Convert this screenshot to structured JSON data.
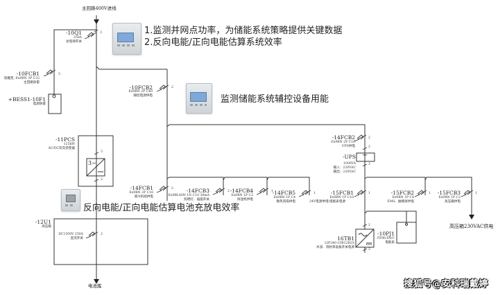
{
  "diagram": {
    "title_feed": "主回路400V进线",
    "battery_label": "电池簇",
    "hv_supply_label": "高压箱230VAC供电",
    "watermark": "搜狐号@安科瑞戴婷"
  },
  "annotations": {
    "grid_meter_line1": "1.监测并网点功率，为储能系统策略提供关键数据",
    "grid_meter_line2": "2.反向电能/正向电能估算系统效率",
    "aux_meter": "监测储能系统辅控设备用能",
    "battery_meter": "反向电能/正向电能估算电池充放电效率"
  },
  "components": {
    "q1": {
      "tag": "-10Q1",
      "spec1": "250A",
      "spec2": "总电源开关",
      "pole": "3"
    },
    "fcb1": {
      "tag": "-10FCB1",
      "spec1": "谐雅克, Ex9BN 3P C32",
      "spec2": "主回路防雷",
      "pole": "3"
    },
    "bess": {
      "tag": "+BESS1-10F1",
      "spec1": "电源防雷"
    },
    "fcb2": {
      "tag": "-10FCB2",
      "spec1": "Ex9BN 2P C40",
      "spec2": "辅控电源供电",
      "pole": "2"
    },
    "pcs": {
      "tag": "-11PCS",
      "spec1": "125kW",
      "spec2": "AC/DC双向逆变器",
      "sym": "3~",
      "pole_top": "3",
      "pole_bot": "2"
    },
    "u1": {
      "tag": "-12U1",
      "spec1": "高压箱"
    },
    "dcsw": {
      "spec1": "DC1500V  250A",
      "spec2": "直流开关",
      "pole": "2"
    },
    "f14_1": {
      "tag": "-14FCB1",
      "spec1": "Ex9BN 2P C16",
      "spec2": "液冷机组供电",
      "pole": "2"
    },
    "f14_2": {
      "tag": "-14FCB2",
      "spec1": "Ex9BN 2P C16",
      "spec2": "UPS供电",
      "pole": "2"
    },
    "f14_3": {
      "tag": "-14FCB3",
      "spec1": "Ex9BL40N 1N C10 30mA",
      "spec2": "照明灯、插座开关",
      "pole": "2"
    },
    "f14_4": {
      "tag": "-14FCB4",
      "spec1": "Ex9BN 1P C2",
      "spec2": "除湿机供电",
      "pole": "1"
    },
    "f14_5": {
      "tag": "-14FCB5",
      "spec1": "Ex9BN 1P C4",
      "spec2": "散热风扇供电",
      "pole": "1"
    },
    "ups": {
      "tag": "-UPS",
      "spec1": "1000VA",
      "spec2": "输入：220VAC",
      "spec3": "输出：220VAC",
      "sym": "~",
      "pole_top": "2",
      "pole_bot": "2"
    },
    "f15_1": {
      "tag": "-15FCB1",
      "spec1": "Ex9BN 1P C10",
      "spec2": "24V电源供电\\电能表电源",
      "pole": "1"
    },
    "f15_2": {
      "tag": "-15FCB2",
      "spec1": "Ex9BN 1P C4",
      "spec2": "EMS、触摸屏供电",
      "pole": "1"
    },
    "f15_3": {
      "tag": "-15FCB3",
      "spec1": "Ex9BN 1P C2",
      "spec2": "高压箱供电",
      "pole": "1"
    },
    "tb": {
      "tag": "16TB1",
      "spec1": "LIP240-10B12R2S",
      "spec2": "水浸、消防等设备开关电源",
      "pole_top": "2",
      "pole_bot": "2"
    },
    "pj": {
      "tag": "-10PJ1",
      "spec1": "PZ96-E4/C",
      "spec2": "电能表"
    }
  },
  "colors": {
    "line": "#333333",
    "meter_lcd": "#7ea9d9"
  }
}
